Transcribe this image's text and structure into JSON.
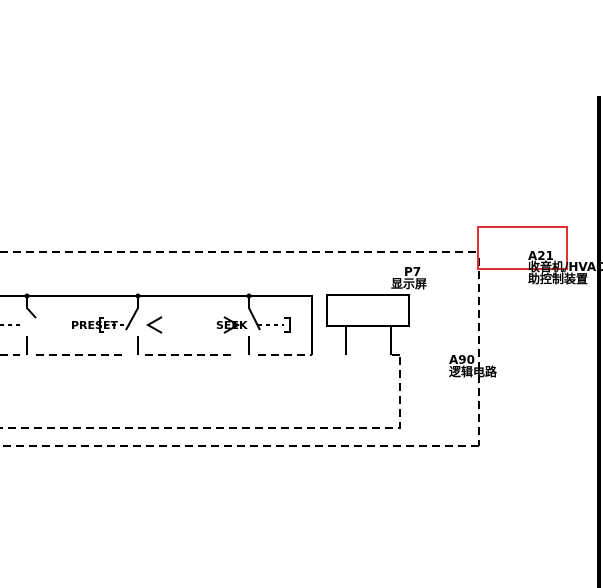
{
  "components": {
    "a21": {
      "ref": "A21",
      "name_line1": "收音机/HVAC",
      "name_line2": "助控制装置"
    },
    "p7": {
      "ref": "P7",
      "name": "显示屏"
    },
    "a90": {
      "ref": "A90",
      "name": "逻辑电路"
    }
  },
  "buttons": {
    "preset": {
      "label": "PRESET"
    },
    "seek": {
      "label": "SEEK"
    }
  },
  "colors": {
    "highlight": "#e03030",
    "line": "#000000",
    "background": "#ffffff"
  }
}
